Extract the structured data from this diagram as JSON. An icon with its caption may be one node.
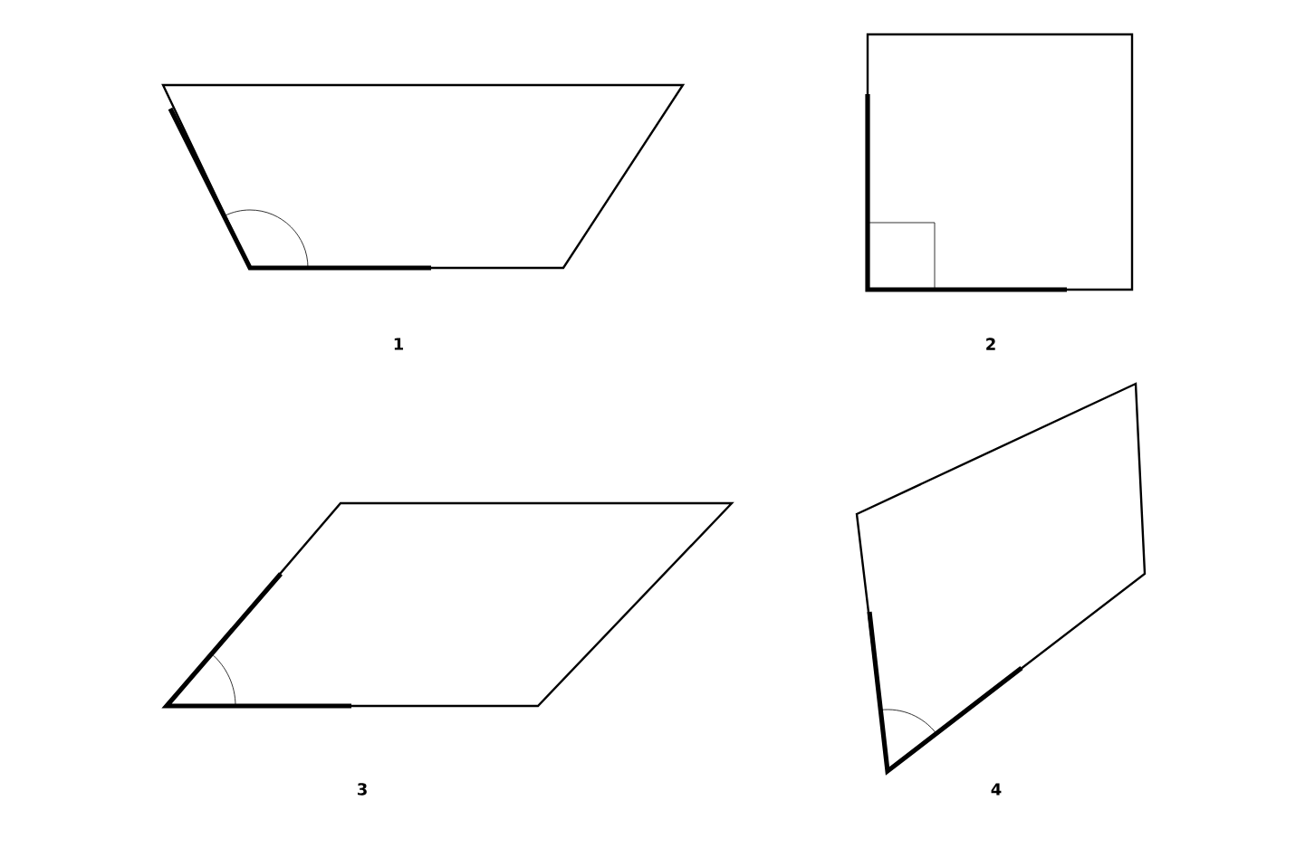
{
  "diagram": {
    "labels": [
      "1",
      "2",
      "3",
      "4"
    ]
  }
}
